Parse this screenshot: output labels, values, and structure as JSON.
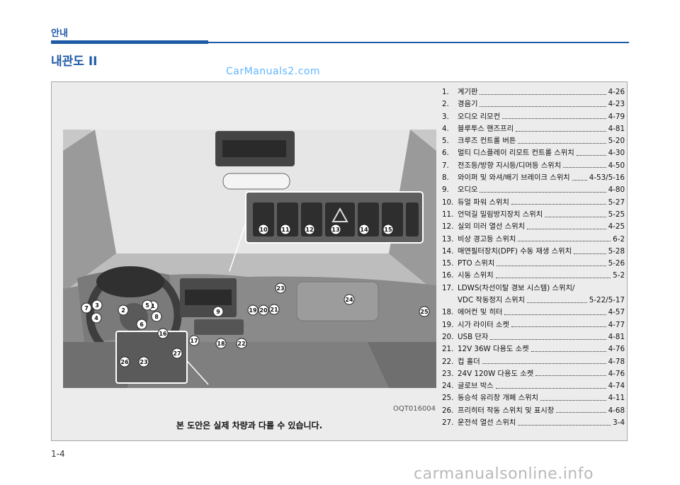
{
  "header": {
    "section": "안내",
    "title": "내관도 II"
  },
  "watermark_top": "CarManuals2.com",
  "figure": {
    "code": "OQT016004",
    "disclaimer": "본 도안은 실제 차량과 다를 수 있습니다.",
    "callouts": [
      "1",
      "2",
      "3",
      "4",
      "5",
      "6",
      "7",
      "8",
      "9",
      "10",
      "11",
      "12",
      "13",
      "14",
      "15",
      "16",
      "17",
      "18",
      "19",
      "20",
      "21",
      "22",
      "23",
      "24",
      "25",
      "26",
      "27"
    ]
  },
  "items": [
    {
      "num": "1.",
      "label": "계기판",
      "page": "4-26"
    },
    {
      "num": "2.",
      "label": "경음기",
      "page": "4-23"
    },
    {
      "num": "3.",
      "label": "오디오 리모컨",
      "page": "4-79"
    },
    {
      "num": "4.",
      "label": "블루투스 핸즈프리",
      "page": "4-81"
    },
    {
      "num": "5.",
      "label": "크루즈 컨트롤 버튼",
      "page": "5-20"
    },
    {
      "num": "6.",
      "label": "멀티 디스플레이 리모트 컨트롤 스위치",
      "page": "4-30"
    },
    {
      "num": "7.",
      "label": "전조등/방향 지시등/디머등 스위치",
      "page": "4-50"
    },
    {
      "num": "8.",
      "label": "와이퍼 및 와셔/배기 브레이크 스위치",
      "page": "4-53/5-16"
    },
    {
      "num": "9.",
      "label": "오디오",
      "page": "4-80"
    },
    {
      "num": "10.",
      "label": "듀얼 파워 스위치",
      "page": "5-27"
    },
    {
      "num": "11.",
      "label": "언덕길 밀림방지장치 스위치",
      "page": "5-25"
    },
    {
      "num": "12.",
      "label": "실외 미러 열선 스위치",
      "page": "4-25"
    },
    {
      "num": "13.",
      "label": "비상 경고등 스위치",
      "page": "6-2"
    },
    {
      "num": "14.",
      "label": "매연필터장치(DPF) 수동 재생 스위치",
      "page": "5-28"
    },
    {
      "num": "15.",
      "label": "PTO 스위치",
      "page": "5-26"
    },
    {
      "num": "16.",
      "label": "시동 스위치",
      "page": "5-2"
    },
    {
      "num": "17.",
      "label": "LDWS(차선이탈 경보 시스템) 스위치/",
      "page": ""
    },
    {
      "num": "",
      "label": "VDC 작동정지 스위치",
      "page": "5-22/5-17"
    },
    {
      "num": "18.",
      "label": "에어컨 및 히터",
      "page": "4-57"
    },
    {
      "num": "19.",
      "label": "시가 라이터 소켓",
      "page": "4-77"
    },
    {
      "num": "20.",
      "label": "USB 단자",
      "page": "4-81"
    },
    {
      "num": "21.",
      "label": "12V 36W 다용도 소켓",
      "page": "4-76"
    },
    {
      "num": "22.",
      "label": "컵 홀더",
      "page": "4-78"
    },
    {
      "num": "23.",
      "label": "24V 120W 다용도 소켓",
      "page": "4-76"
    },
    {
      "num": "24.",
      "label": "글로브 박스",
      "page": "4-74"
    },
    {
      "num": "25.",
      "label": "동승석 유리창 개폐 스위치",
      "page": "4-11"
    },
    {
      "num": "26.",
      "label": "프리히터 작동 스위치 및 표시창",
      "page": "4-68"
    },
    {
      "num": "27.",
      "label": "운전석 열선 스위치",
      "page": "3-4"
    }
  ],
  "page_number": "1-4",
  "footer_watermark": "carmanualsonline.info"
}
